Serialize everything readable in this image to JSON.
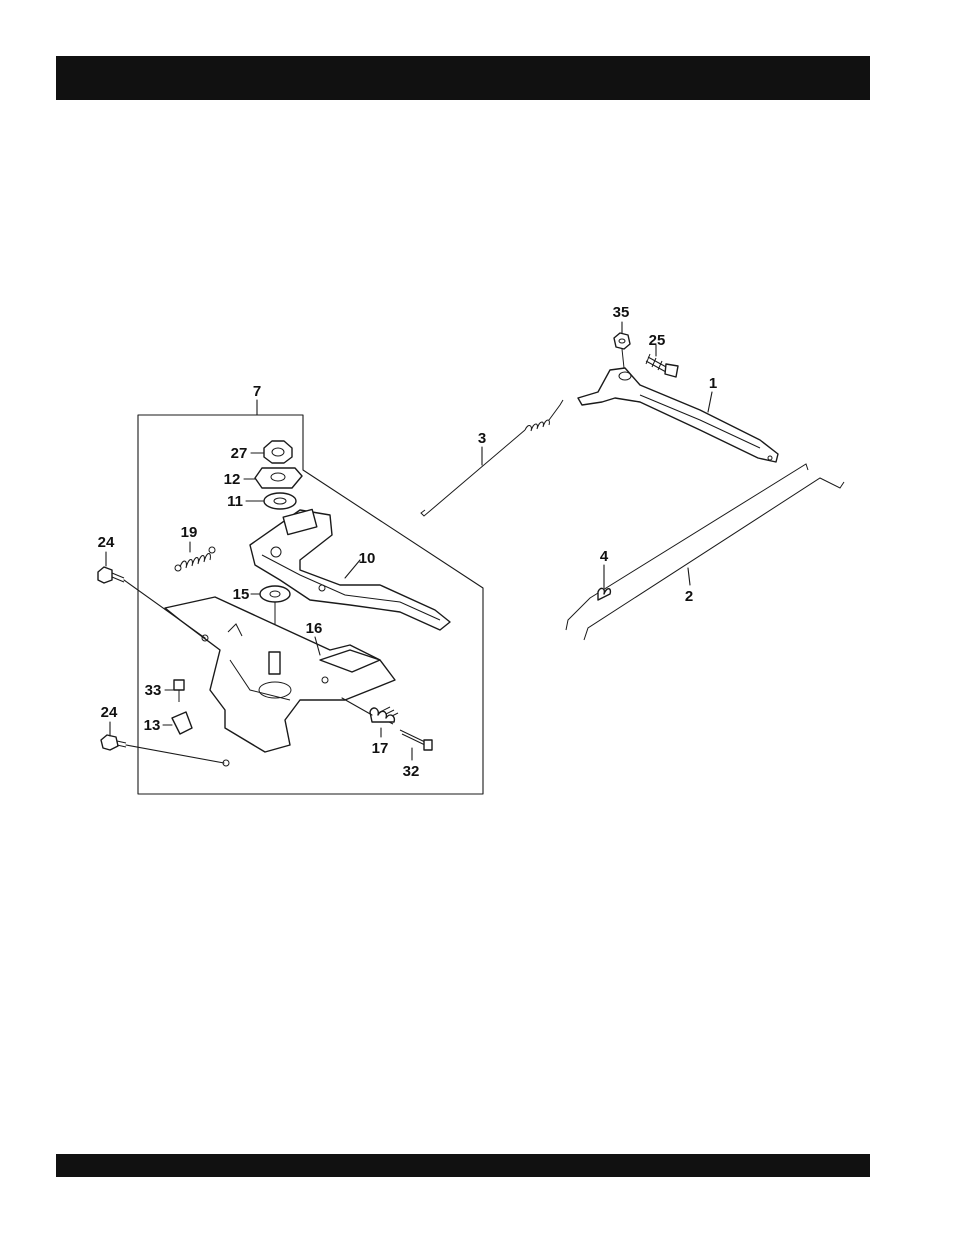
{
  "callouts": {
    "p1": "1",
    "p2": "2",
    "p3": "3",
    "p4": "4",
    "p7": "7",
    "p10": "10",
    "p11": "11",
    "p12": "12",
    "p13": "13",
    "p15": "15",
    "p16": "16",
    "p17": "17",
    "p19": "19",
    "p24a": "24",
    "p24b": "24",
    "p25": "25",
    "p27": "27",
    "p32": "32",
    "p33": "33",
    "p35": "35"
  },
  "colors": {
    "ink": "#111111",
    "paper": "#ffffff"
  }
}
